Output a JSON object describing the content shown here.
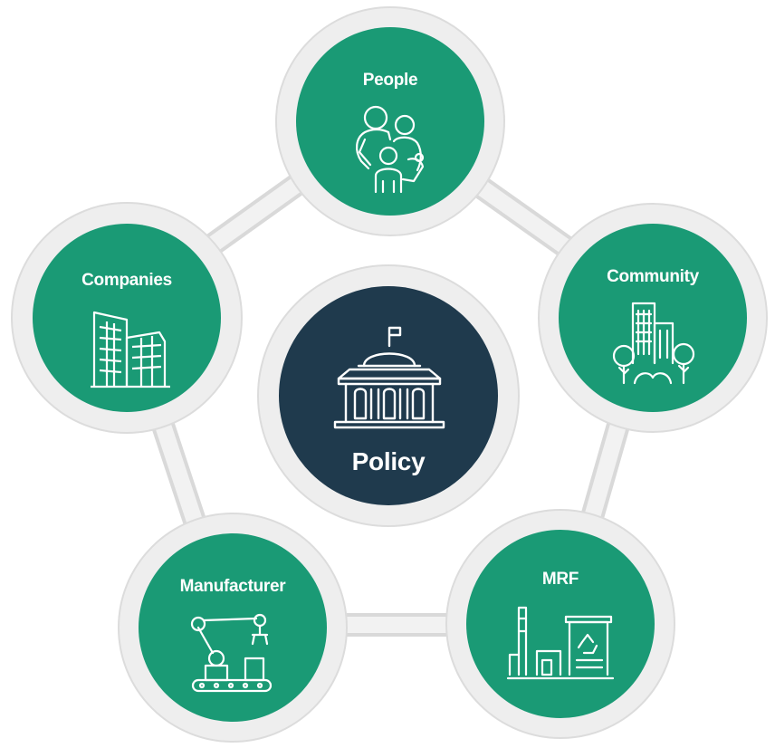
{
  "colors": {
    "green": "#1a9a75",
    "navy": "#1f3a4d",
    "ring": "#ececec",
    "ring_shadow": "#d7d7d7",
    "icon_stroke": "#ffffff"
  },
  "center": {
    "label": "Policy",
    "icon": "government-building-icon"
  },
  "nodes": [
    {
      "id": "people",
      "label": "People",
      "icon": "family-icon"
    },
    {
      "id": "community",
      "label": "Community",
      "icon": "city-trees-icon"
    },
    {
      "id": "mrf",
      "label": "MRF",
      "icon": "recycling-facility-icon"
    },
    {
      "id": "manufacturer",
      "label": "Manufacturer",
      "icon": "robotic-arm-icon"
    },
    {
      "id": "companies",
      "label": "Companies",
      "icon": "office-buildings-icon"
    }
  ]
}
